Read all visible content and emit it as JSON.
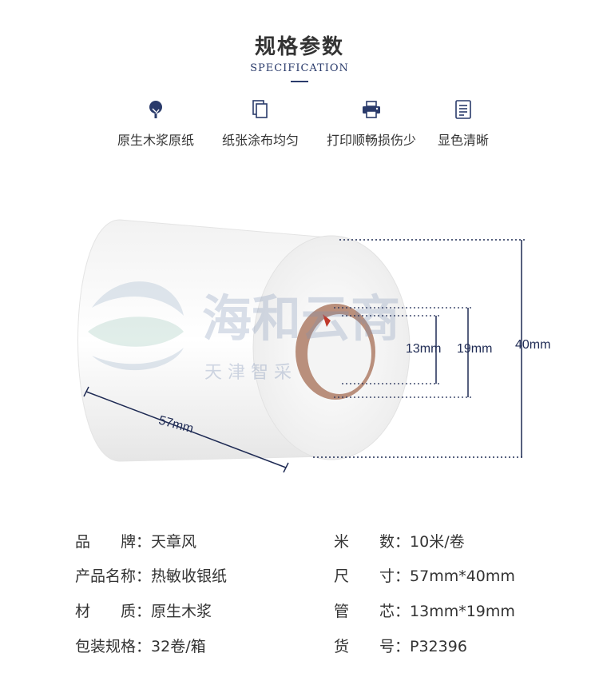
{
  "header": {
    "title": "规格参数",
    "subtitle": "SPECIFICATION"
  },
  "features": [
    {
      "icon": "tree-icon",
      "label": "原生木浆原纸"
    },
    {
      "icon": "paper-stack-icon",
      "label": "纸张涂布均匀"
    },
    {
      "icon": "printer-icon",
      "label": "打印顺畅损伤少"
    },
    {
      "icon": "document-list-icon",
      "label": "显色清晰"
    }
  ],
  "illustration": {
    "watermark_main": "海和云商",
    "watermark_sub": "天 津 智 采",
    "dims": {
      "width": "57mm",
      "diameter": "40mm",
      "core_inner": "13mm",
      "core_outer": "19mm"
    }
  },
  "specs": {
    "left": [
      {
        "key": "品　　牌：",
        "value": "天章风"
      },
      {
        "key": "产品名称：",
        "value": "热敏收银纸"
      },
      {
        "key": "材　　质：",
        "value": "原生木浆"
      },
      {
        "key": "包装规格：",
        "value": "32卷/箱"
      }
    ],
    "right": [
      {
        "key": "米　　数：",
        "value": "10米/卷"
      },
      {
        "key": "尺　　寸：",
        "value": "57mm*40mm"
      },
      {
        "key": "管　　芯：",
        "value": "13mm*19mm"
      },
      {
        "key": "货　　号：",
        "value": "P32396"
      }
    ]
  },
  "colors": {
    "accent": "#2a3b6b",
    "dim_line": "#1f2b54",
    "core": "#b98f7c"
  }
}
